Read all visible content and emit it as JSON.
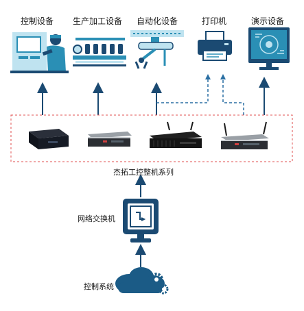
{
  "devices": [
    {
      "label": "控制设备",
      "icon": "operator-at-control-panel-icon"
    },
    {
      "label": "生产加工设备",
      "icon": "production-line-icon"
    },
    {
      "label": "自动化设备",
      "icon": "robotic-arm-icon"
    },
    {
      "label": "打印机",
      "icon": "printer-icon"
    },
    {
      "label": "演示设备",
      "icon": "monitor-display-icon"
    }
  ],
  "controller_group": {
    "label": "杰拓工控整机系列",
    "units": [
      {
        "icon": "industrial-pc-box-icon"
      },
      {
        "icon": "industrial-pc-box-icon"
      },
      {
        "icon": "fanless-industrial-pc-with-antennas-icon"
      },
      {
        "icon": "industrial-pc-with-antennas-icon"
      }
    ]
  },
  "switch": {
    "label": "网络交换机",
    "icon": "network-switch-icon"
  },
  "control_system": {
    "label": "控制系统",
    "icon": "cloud-gears-icon"
  },
  "colors": {
    "navy": "#1b4a72",
    "teal": "#2a8fb5",
    "light_blue": "#bfe3f0",
    "dashed_border": "#e05050"
  }
}
